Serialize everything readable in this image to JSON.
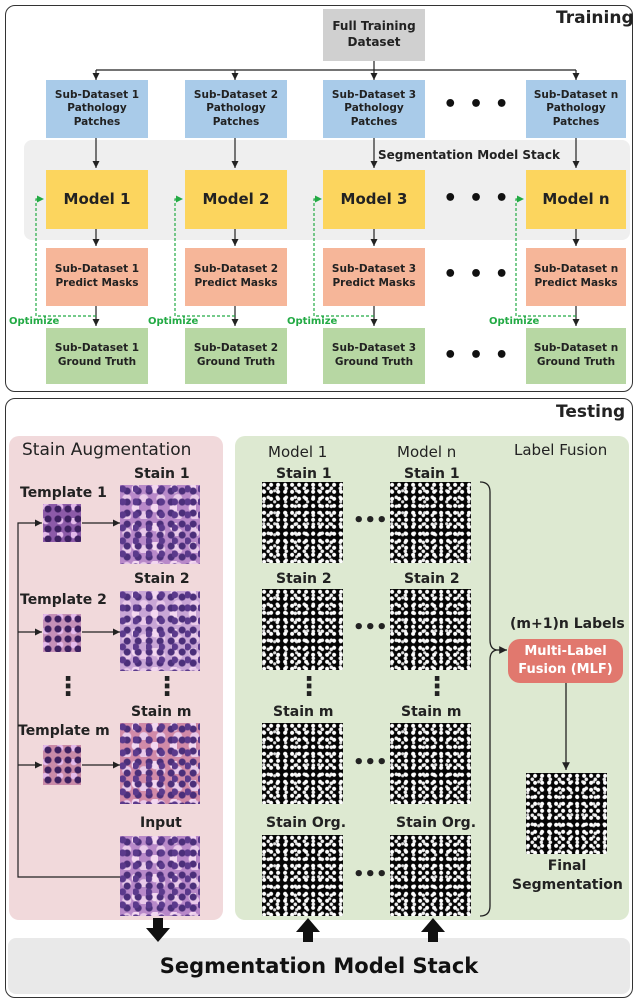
{
  "training": {
    "title": "Training",
    "full_dataset": "Full Training\nDataset",
    "stack_label": "Segmentation Model Stack",
    "optimize_label": "Optimize",
    "columns": [
      {
        "sub": "Sub-Dataset 1\nPathology\nPatches",
        "model": "Model 1",
        "predict": "Sub-Dataset 1\nPredict Masks",
        "truth": "Sub-Dataset 1\nGround Truth"
      },
      {
        "sub": "Sub-Dataset 2\nPathology\nPatches",
        "model": "Model 2",
        "predict": "Sub-Dataset 2\nPredict Masks",
        "truth": "Sub-Dataset 2\nGround Truth"
      },
      {
        "sub": "Sub-Dataset 3\nPathology\nPatches",
        "model": "Model 3",
        "predict": "Sub-Dataset 3\nPredict Masks",
        "truth": "Sub-Dataset 3\nGround Truth"
      },
      {
        "sub": "Sub-Dataset n\nPathology\nPatches",
        "model": "Model n",
        "predict": "Sub-Dataset n\nPredict Masks",
        "truth": "Sub-Dataset n\nGround Truth"
      }
    ],
    "ellipsis": "• • •"
  },
  "testing": {
    "title": "Testing",
    "stain_aug_title": "Stain Augmentation",
    "templates": [
      "Template 1",
      "Template 2",
      "Template m"
    ],
    "stains": [
      "Stain 1",
      "Stain 2",
      "Stain m"
    ],
    "input_label": "Input",
    "label_fusion_title": "Label Fusion",
    "model_1": "Model 1",
    "model_n": "Model n",
    "fusion_rows": [
      "Stain 1",
      "Stain 2",
      "Stain m",
      "Stain Org."
    ],
    "labels_count": "(m+1)n Labels",
    "mlf": "Multi-Label\nFusion (MLF)",
    "final": "Final\nSegmentation",
    "bottom_stack": "Segmentation Model Stack",
    "vdots": "⋮",
    "hdots": "•••"
  },
  "colors": {
    "sub_dataset": "#a9cbe9",
    "model": "#fcd55e",
    "predict": "#f6b699",
    "ground_truth": "#b7d7a3",
    "optimize": "#22aa44",
    "mlf": "#e1786e"
  }
}
